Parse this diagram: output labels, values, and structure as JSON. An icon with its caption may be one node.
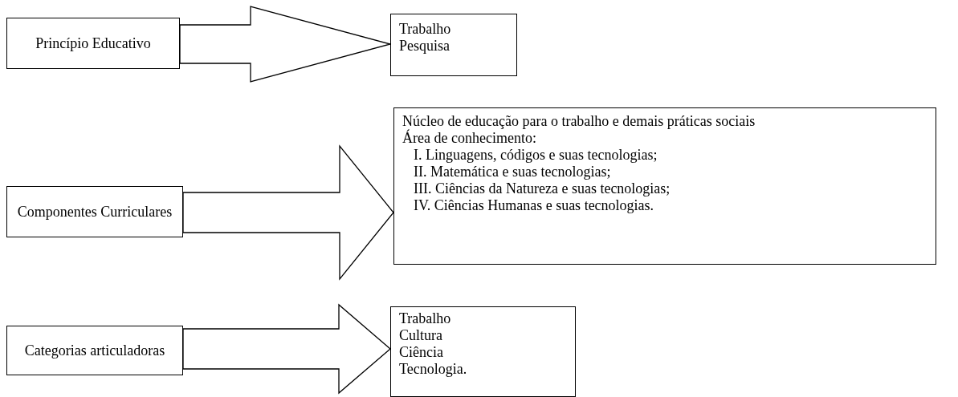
{
  "diagram": {
    "nodes": [
      {
        "text": [
          "Princípio Educativo"
        ]
      },
      {
        "text": [
          "Trabalho",
          "Pesquisa"
        ]
      },
      {
        "text": [
          "Componentes Curriculares"
        ]
      },
      {
        "text": [
          "Núcleo de educação para o trabalho e demais práticas sociais",
          "Área de conhecimento:",
          "I. Linguagens, códigos e suas tecnologias;",
          "II. Matemática e suas tecnologias;",
          "III. Ciências da Natureza e suas tecnologias;",
          "IV. Ciências Humanas e suas tecnologias."
        ]
      },
      {
        "text": [
          "Categorias articuladoras"
        ]
      },
      {
        "text": [
          "Trabalho",
          "Cultura",
          "Ciência",
          "Tecnologia."
        ]
      }
    ],
    "edges": [
      {
        "from": 0,
        "to": 1,
        "arrow": "to"
      },
      {
        "from": 2,
        "to": 3,
        "arrow": "to"
      },
      {
        "from": 4,
        "to": 5,
        "arrow": "to"
      }
    ]
  }
}
